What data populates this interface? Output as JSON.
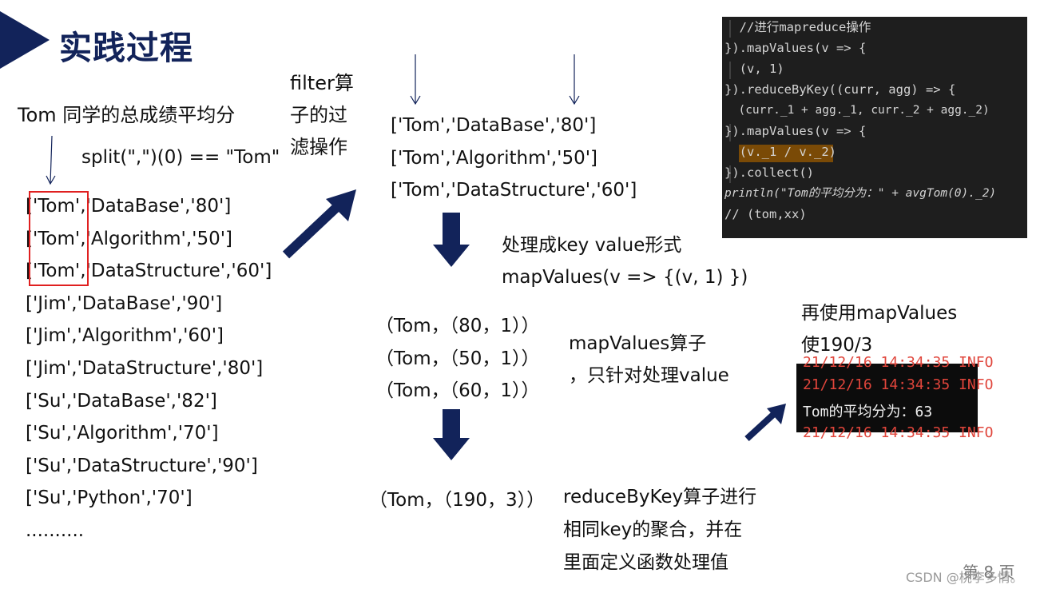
{
  "slide": {
    "title": "实践过程",
    "goal": "Tom 同学的总成绩平均分",
    "filter_expr": "split(\",\")(0) == \"Tom\"",
    "filter_label": [
      "filter算",
      "子的过",
      "滤操作"
    ],
    "source_rows": [
      "['Tom','DataBase','80']",
      "['Tom','Algorithm','50']",
      "['Tom','DataStructure','60']",
      "['Jim','DataBase','90']",
      "['Jim','Algorithm','60']",
      "['Jim','DataStructure','80']",
      "['Su','DataBase','82']",
      "['Su','Algorithm','70']",
      "['Su','DataStructure','90']",
      "['Su','Python','70']",
      ".........."
    ],
    "filtered_rows": [
      "['Tom','DataBase','80']",
      "['Tom','Algorithm','50']",
      "['Tom','DataStructure','60']"
    ],
    "kv_label": [
      "处理成key value形式",
      "mapValues(v => {(v, 1) })"
    ],
    "kv_rows": [
      "（Tom，（80，1））",
      "（Tom，（50，1））",
      "（Tom，（60，1））"
    ],
    "mapvalues_note": [
      "mapValues算子",
      "，只针对处理value"
    ],
    "reduced_row": "（Tom，（190，3））",
    "reduce_note": [
      "reduceByKey算子进行",
      "相同key的聚合，并在",
      "里面定义函数处理值"
    ],
    "final_note": [
      "再使用mapValues",
      "使190/3"
    ],
    "code_lines": [
      "  //进行mapreduce操作",
      "}).mapValues(v => {",
      "  (v, 1)",
      "}).reduceByKey((curr, agg) => {",
      "  (curr._1 + agg._1, curr._2 + agg._2)",
      "}).mapValues(v => {",
      "  (v._1 / v._2)",
      "}).collect()",
      "println(\"Tom的平均分为：\" + avgTom(0)._2)",
      "// (tom,xx)"
    ],
    "terminal_lines": [
      "21/12/16 14:34:35 INFO",
      "21/12/16 14:34:35 INFO",
      "Tom的平均分为：63",
      "21/12/16 14:34:35 INFO"
    ],
    "page_label": "第 8 页",
    "watermark": "CSDN @桃李多情。"
  },
  "colors": {
    "navy": "#12235a",
    "red_box": "#e02020",
    "code_bg": "#1e1e1e",
    "terminal_bg": "#0c0c0c"
  }
}
